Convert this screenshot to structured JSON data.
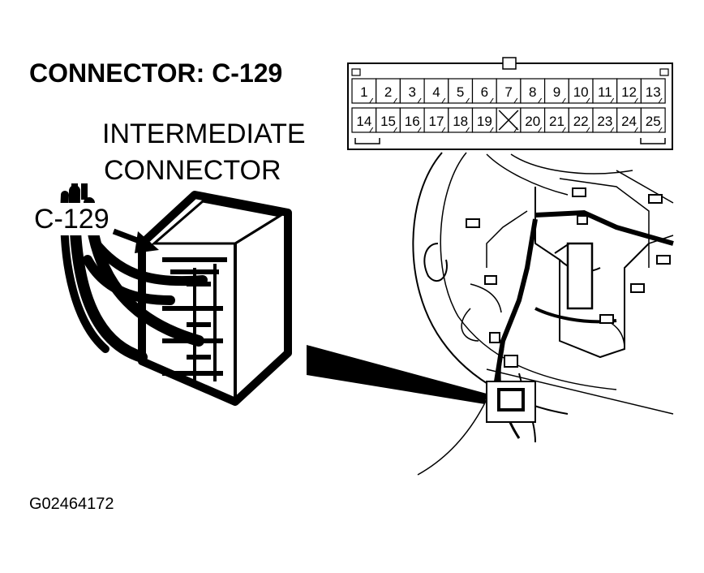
{
  "header": {
    "title": "CONNECTOR: C-129"
  },
  "callout": {
    "name_line1": "INTERMEDIATE",
    "name_line2": "CONNECTOR",
    "code": "C-129"
  },
  "pinout": {
    "top_row": [
      "1",
      "2",
      "3",
      "4",
      "5",
      "6",
      "7",
      "8",
      "9",
      "10",
      "11",
      "12",
      "13"
    ],
    "bottom_row": [
      "14",
      "15",
      "16",
      "17",
      "18",
      "19",
      "",
      "20",
      "21",
      "22",
      "23",
      "24",
      "25"
    ],
    "empty_cavity_index": 6
  },
  "footer": {
    "figure_id": "G02464172"
  }
}
